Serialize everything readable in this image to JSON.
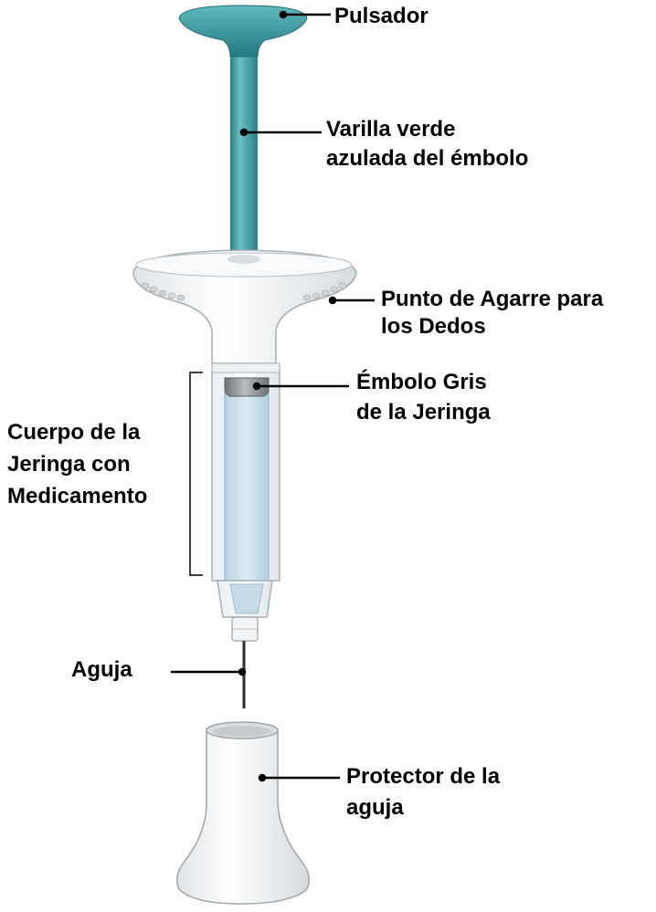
{
  "labels": {
    "pulsador": "Pulsador",
    "varilla": [
      "Varilla verde",
      "azulada del émbolo"
    ],
    "agarre": [
      "Punto de Agarre para",
      "los Dedos"
    ],
    "embolo_gris": [
      "Émbolo Gris",
      "de la Jeringa"
    ],
    "cuerpo": [
      "Cuerpo de la",
      "Jeringa con",
      "Medicamento"
    ],
    "aguja": "Aguja",
    "protector": [
      "Protector de la",
      "aguja"
    ]
  },
  "colors": {
    "plunger_teal": "#2f8f96",
    "plunger_light": "#6fc0c5",
    "body_white": "#f4f6f7",
    "outline": "#9ba3a8",
    "medication_blue": "#c9dfea",
    "leader_line": "#000000"
  }
}
